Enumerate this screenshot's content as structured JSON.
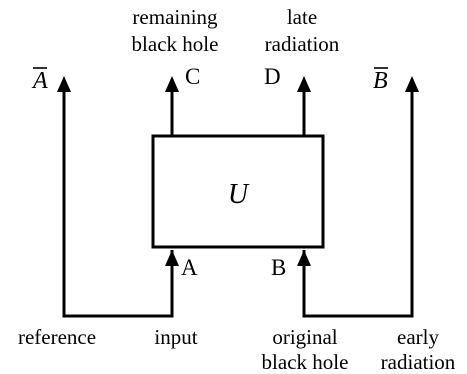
{
  "gate": {
    "label": "U"
  },
  "outputs": {
    "abar": {
      "letter": "A",
      "overbar": true
    },
    "c": {
      "port": "C",
      "caption_line1": "remaining",
      "caption_line2": "black hole"
    },
    "d": {
      "port": "D",
      "caption_line1": "late",
      "caption_line2": "radiation"
    },
    "bbar": {
      "letter": "B",
      "overbar": true
    }
  },
  "inputs": {
    "reference": {
      "caption": "reference"
    },
    "a": {
      "port": "A",
      "caption": "input"
    },
    "b": {
      "port": "B",
      "caption_line1": "original",
      "caption_line2": "black hole"
    },
    "early": {
      "caption_line1": "early",
      "caption_line2": "radiation"
    }
  }
}
